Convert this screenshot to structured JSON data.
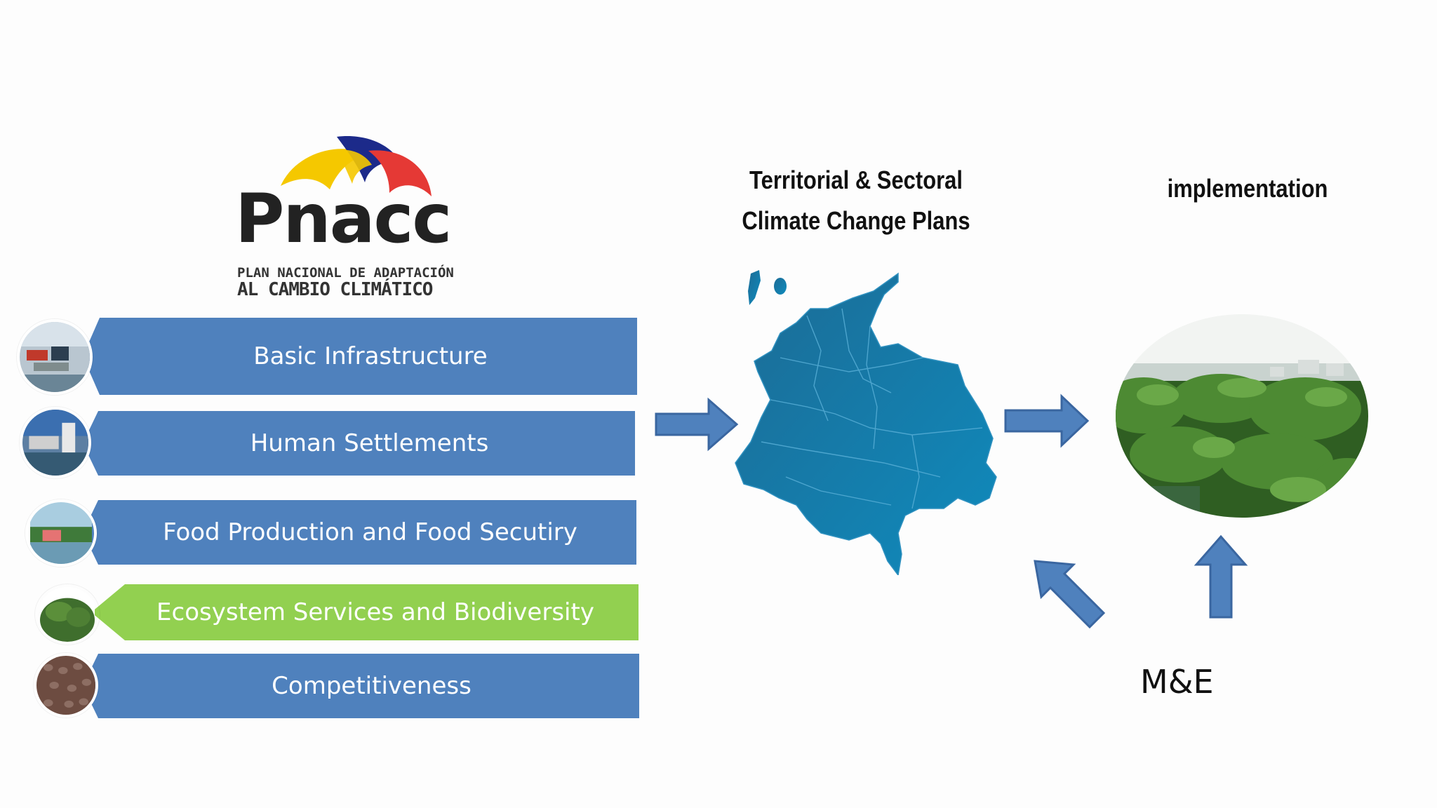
{
  "logo": {
    "name": "PNACC",
    "line1": "PLAN NACIONAL DE ADAPTACIÓN",
    "line2": "AL CAMBIO CLIMÁTICO"
  },
  "categories": [
    {
      "label": "Basic Infrastructure",
      "color": "#4f81bd",
      "thumb": "port-photo"
    },
    {
      "label": "Human Settlements",
      "color": "#4f81bd",
      "thumb": "city-photo"
    },
    {
      "label": "Food Production and Food Secutiry",
      "color": "#4f81bd",
      "thumb": "farm-photo"
    },
    {
      "label": "Ecosystem Services and Biodiversity",
      "color": "#92d050",
      "thumb": "forest-photo"
    },
    {
      "label": "Competitiveness",
      "color": "#4f81bd",
      "thumb": "coffee-photo"
    }
  ],
  "plans_title_line1": "Territorial & Sectoral",
  "plans_title_line2": "Climate Change Plans",
  "implementation_title": "implementation",
  "me_label": "M&E",
  "colors": {
    "arrow_fill": "#4f81bd",
    "arrow_stroke": "#3a66a0",
    "map_fill": "#1f7fae",
    "map_border": "#5ab0d8"
  }
}
